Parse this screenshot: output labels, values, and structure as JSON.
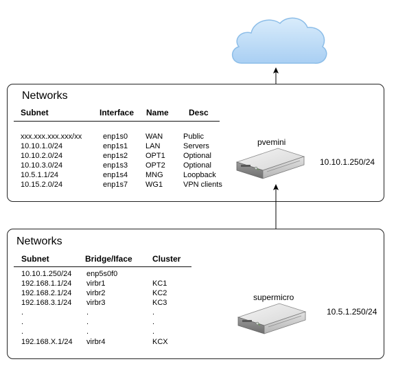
{
  "top_panel": {
    "title": "Networks",
    "headers": {
      "subnet": "Subnet",
      "interface": "Interface",
      "name": "Name",
      "desc": "Desc"
    },
    "rows": [
      {
        "subnet": "xxx.xxx.xxx.xxx/xx",
        "interface": "enp1s0",
        "name": "WAN",
        "desc": "Public"
      },
      {
        "subnet": "10.10.1.0/24",
        "interface": "enp1s1",
        "name": "LAN",
        "desc": "Servers"
      },
      {
        "subnet": "10.10.2.0/24",
        "interface": "enp1s2",
        "name": "OPT1",
        "desc": "Optional"
      },
      {
        "subnet": "10.10.3.0/24",
        "interface": "enp1s3",
        "name": "OPT2",
        "desc": "Optional"
      },
      {
        "subnet": "10.5.1.1/24",
        "interface": "enp1s4",
        "name": "MNG",
        "desc": "Loopback"
      },
      {
        "subnet": "10.15.2.0/24",
        "interface": "enp1s7",
        "name": "WG1",
        "desc": "VPN clients"
      }
    ],
    "server_name": "pvemini",
    "server_ip": "10.10.1.250/24"
  },
  "bottom_panel": {
    "title": "Networks",
    "headers": {
      "subnet": "Subnet",
      "bridge": "Bridge/Iface",
      "cluster": "Cluster"
    },
    "rows": [
      {
        "subnet": "10.10.1.250/24",
        "bridge": "enp5s0f0",
        "cluster": ""
      },
      {
        "subnet": "192.168.1.1/24",
        "bridge": "virbr1",
        "cluster": "KC1"
      },
      {
        "subnet": "192.168.2.1/24",
        "bridge": "virbr2",
        "cluster": "KC2"
      },
      {
        "subnet": "192.168.3.1/24",
        "bridge": "virbr3",
        "cluster": "KC3"
      },
      {
        "subnet": ".",
        "bridge": ".",
        "cluster": "."
      },
      {
        "subnet": ".",
        "bridge": ".",
        "cluster": "."
      },
      {
        "subnet": ".",
        "bridge": ".",
        "cluster": "."
      },
      {
        "subnet": "192.168.X.1/24",
        "bridge": "virbr4",
        "cluster": "KCX"
      }
    ],
    "server_name": "supermicro",
    "server_ip": "10.5.1.250/24"
  },
  "icons": {
    "cloud": "cloud-icon",
    "server": "rack-server-icon"
  },
  "colors": {
    "cloud_fill": "#bcdcf6",
    "cloud_stroke": "#8cbde8",
    "border": "#222222"
  }
}
